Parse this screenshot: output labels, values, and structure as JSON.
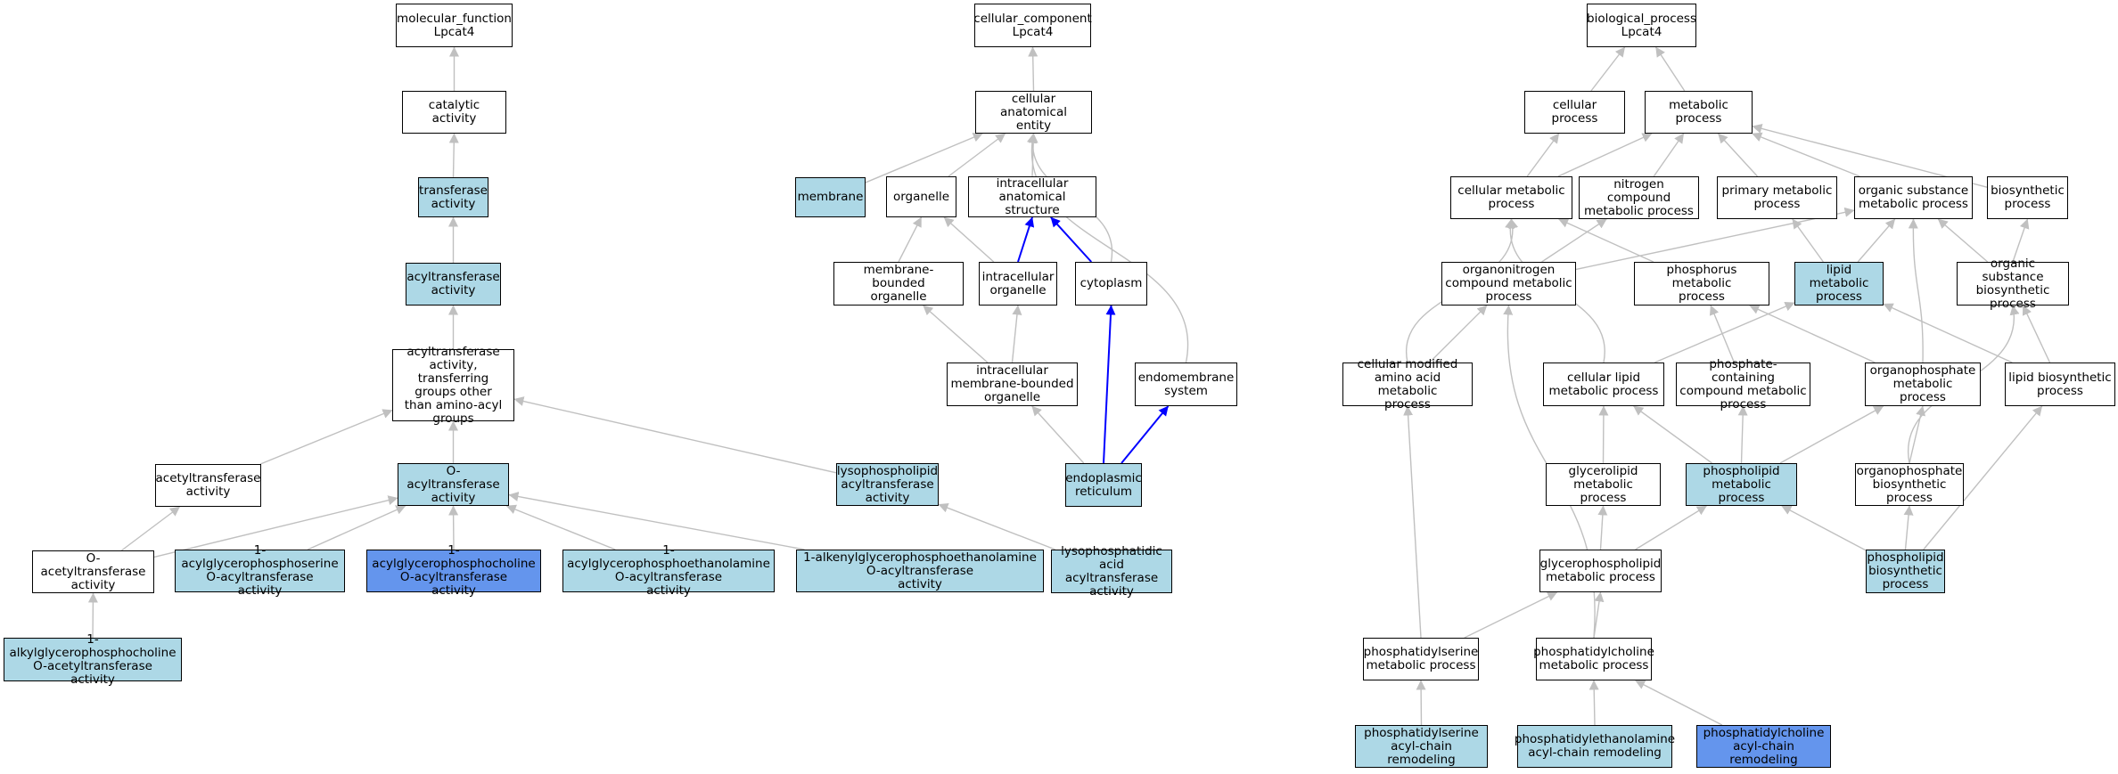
{
  "graph": {
    "colors": {
      "plain": "#ffffff",
      "annotated": "#add8e6",
      "query": "#6495ed",
      "edge": "#c0c0c0",
      "edge_highlight": "#0000ff"
    },
    "nodes": [
      {
        "id": "mf",
        "label": "molecular_function\nLpcat4",
        "fill": "plain"
      },
      {
        "id": "cat",
        "label": "catalytic activity",
        "fill": "plain"
      },
      {
        "id": "trans",
        "label": "transferase\nactivity",
        "fill": "annotated"
      },
      {
        "id": "acyl",
        "label": "acyltransferase\nactivity",
        "fill": "annotated"
      },
      {
        "id": "acylother",
        "label": "acyltransferase\nactivity, transferring\ngroups other\nthan amino-acyl\ngroups",
        "fill": "plain"
      },
      {
        "id": "acetyl",
        "label": "acetyltransferase\nactivity",
        "fill": "plain"
      },
      {
        "id": "oacyl",
        "label": "O-acyltransferase\nactivity",
        "fill": "annotated"
      },
      {
        "id": "lysopl",
        "label": "lysophospholipid\nacyltransferase\nactivity",
        "fill": "annotated"
      },
      {
        "id": "oacetyl",
        "label": "O-acetyltransferase\nactivity",
        "fill": "plain"
      },
      {
        "id": "gps",
        "label": "1-acylglycerophosphoserine\nO-acyltransferase\nactivity",
        "fill": "annotated"
      },
      {
        "id": "gpc",
        "label": "1-acylglycerophosphocholine\nO-acyltransferase\nactivity",
        "fill": "query"
      },
      {
        "id": "gpe",
        "label": "1-acylglycerophosphoethanolamine\nO-acyltransferase\nactivity",
        "fill": "annotated"
      },
      {
        "id": "agpe",
        "label": "1-alkenylglycerophosphoethanolamine\nO-acyltransferase\nactivity",
        "fill": "annotated"
      },
      {
        "id": "lpa",
        "label": "lysophosphatidic\nacid acyltransferase\nactivity",
        "fill": "annotated"
      },
      {
        "id": "alkyl",
        "label": "1-alkylglycerophosphocholine\nO-acetyltransferase\nactivity",
        "fill": "annotated"
      },
      {
        "id": "cc",
        "label": "cellular_component\nLpcat4",
        "fill": "plain"
      },
      {
        "id": "cae",
        "label": "cellular anatomical\nentity",
        "fill": "plain"
      },
      {
        "id": "mem",
        "label": "membrane",
        "fill": "annotated"
      },
      {
        "id": "org",
        "label": "organelle",
        "fill": "plain"
      },
      {
        "id": "ias",
        "label": "intracellular\nanatomical structure",
        "fill": "plain"
      },
      {
        "id": "mbo",
        "label": "membrane-bounded\norganelle",
        "fill": "plain"
      },
      {
        "id": "io",
        "label": "intracellular\norganelle",
        "fill": "plain"
      },
      {
        "id": "cyto",
        "label": "cytoplasm",
        "fill": "plain"
      },
      {
        "id": "imbo",
        "label": "intracellular\nmembrane-bounded\norganelle",
        "fill": "plain"
      },
      {
        "id": "endo",
        "label": "endomembrane\nsystem",
        "fill": "plain"
      },
      {
        "id": "er",
        "label": "endoplasmic\nreticulum",
        "fill": "annotated"
      },
      {
        "id": "bp",
        "label": "biological_process\nLpcat4",
        "fill": "plain"
      },
      {
        "id": "cp",
        "label": "cellular process",
        "fill": "plain"
      },
      {
        "id": "mp",
        "label": "metabolic process",
        "fill": "plain"
      },
      {
        "id": "cmp",
        "label": "cellular metabolic\nprocess",
        "fill": "plain"
      },
      {
        "id": "ncmp",
        "label": "nitrogen compound\nmetabolic process",
        "fill": "plain"
      },
      {
        "id": "pmp",
        "label": "primary metabolic\nprocess",
        "fill": "plain"
      },
      {
        "id": "osmp",
        "label": "organic substance\nmetabolic process",
        "fill": "plain"
      },
      {
        "id": "bio",
        "label": "biosynthetic\nprocess",
        "fill": "plain"
      },
      {
        "id": "onmp",
        "label": "organonitrogen\ncompound metabolic\nprocess",
        "fill": "plain"
      },
      {
        "id": "phmp",
        "label": "phosphorus metabolic\nprocess",
        "fill": "plain"
      },
      {
        "id": "lmp",
        "label": "lipid metabolic\nprocess",
        "fill": "annotated"
      },
      {
        "id": "osbp",
        "label": "organic substance\nbiosynthetic\nprocess",
        "fill": "plain"
      },
      {
        "id": "cmamp",
        "label": "cellular modified\namino acid metabolic\nprocess",
        "fill": "plain"
      },
      {
        "id": "clmp",
        "label": "cellular lipid\nmetabolic process",
        "fill": "plain"
      },
      {
        "id": "pccmp",
        "label": "phosphate-containing\ncompound metabolic\nprocess",
        "fill": "plain"
      },
      {
        "id": "opmp",
        "label": "organophosphate\nmetabolic process",
        "fill": "plain"
      },
      {
        "id": "lbp",
        "label": "lipid biosynthetic\nprocess",
        "fill": "plain"
      },
      {
        "id": "glmp",
        "label": "glycerolipid\nmetabolic process",
        "fill": "plain"
      },
      {
        "id": "plmp",
        "label": "phospholipid\nmetabolic process",
        "fill": "annotated"
      },
      {
        "id": "opbp",
        "label": "organophosphate\nbiosynthetic\nprocess",
        "fill": "plain"
      },
      {
        "id": "gplmp",
        "label": "glycerophospholipid\nmetabolic process",
        "fill": "plain"
      },
      {
        "id": "plbp",
        "label": "phospholipid\nbiosynthetic\nprocess",
        "fill": "annotated"
      },
      {
        "id": "psmp",
        "label": "phosphatidylserine\nmetabolic process",
        "fill": "plain"
      },
      {
        "id": "pcmp",
        "label": "phosphatidylcholine\nmetabolic process",
        "fill": "plain"
      },
      {
        "id": "psrem",
        "label": "phosphatidylserine\nacyl-chain remodeling",
        "fill": "annotated"
      },
      {
        "id": "perem",
        "label": "phosphatidylethanolamine\nacyl-chain remodeling",
        "fill": "annotated"
      },
      {
        "id": "pcrem",
        "label": "phosphatidylcholine\nacyl-chain remodeling",
        "fill": "query"
      }
    ],
    "edges": [
      {
        "from": "cat",
        "to": "mf"
      },
      {
        "from": "trans",
        "to": "cat"
      },
      {
        "from": "acyl",
        "to": "trans"
      },
      {
        "from": "acylother",
        "to": "acyl"
      },
      {
        "from": "acetyl",
        "to": "acylother"
      },
      {
        "from": "oacyl",
        "to": "acylother"
      },
      {
        "from": "lysopl",
        "to": "acylother"
      },
      {
        "from": "oacetyl",
        "to": "acetyl"
      },
      {
        "from": "oacetyl",
        "to": "oacyl"
      },
      {
        "from": "gps",
        "to": "oacyl"
      },
      {
        "from": "gpc",
        "to": "oacyl"
      },
      {
        "from": "gpe",
        "to": "oacyl"
      },
      {
        "from": "agpe",
        "to": "oacyl"
      },
      {
        "from": "lpa",
        "to": "lysopl"
      },
      {
        "from": "alkyl",
        "to": "oacetyl"
      },
      {
        "from": "cae",
        "to": "cc"
      },
      {
        "from": "mem",
        "to": "cae"
      },
      {
        "from": "org",
        "to": "cae"
      },
      {
        "from": "ias",
        "to": "cae"
      },
      {
        "from": "cyto",
        "to": "cae"
      },
      {
        "from": "endo",
        "to": "cae"
      },
      {
        "from": "mbo",
        "to": "org"
      },
      {
        "from": "io",
        "to": "org"
      },
      {
        "from": "io",
        "to": "ias",
        "highlight": true
      },
      {
        "from": "cyto",
        "to": "ias",
        "highlight": true
      },
      {
        "from": "imbo",
        "to": "mbo"
      },
      {
        "from": "imbo",
        "to": "io"
      },
      {
        "from": "er",
        "to": "imbo"
      },
      {
        "from": "er",
        "to": "cyto",
        "highlight": true
      },
      {
        "from": "er",
        "to": "endo",
        "highlight": true
      },
      {
        "from": "cp",
        "to": "bp"
      },
      {
        "from": "mp",
        "to": "bp"
      },
      {
        "from": "cmp",
        "to": "cp"
      },
      {
        "from": "cmp",
        "to": "mp"
      },
      {
        "from": "ncmp",
        "to": "mp"
      },
      {
        "from": "pmp",
        "to": "mp"
      },
      {
        "from": "osmp",
        "to": "mp"
      },
      {
        "from": "bio",
        "to": "mp"
      },
      {
        "from": "onmp",
        "to": "ncmp"
      },
      {
        "from": "onmp",
        "to": "osmp"
      },
      {
        "from": "phmp",
        "to": "cmp"
      },
      {
        "from": "lmp",
        "to": "pmp"
      },
      {
        "from": "lmp",
        "to": "osmp"
      },
      {
        "from": "osbp",
        "to": "osmp"
      },
      {
        "from": "osbp",
        "to": "bio"
      },
      {
        "from": "cmamp",
        "to": "cmp"
      },
      {
        "from": "cmamp",
        "to": "onmp"
      },
      {
        "from": "clmp",
        "to": "cmp"
      },
      {
        "from": "clmp",
        "to": "lmp"
      },
      {
        "from": "pccmp",
        "to": "phmp"
      },
      {
        "from": "opmp",
        "to": "phmp"
      },
      {
        "from": "opmp",
        "to": "osmp"
      },
      {
        "from": "lbp",
        "to": "lmp"
      },
      {
        "from": "lbp",
        "to": "osbp"
      },
      {
        "from": "glmp",
        "to": "clmp"
      },
      {
        "from": "plmp",
        "to": "clmp"
      },
      {
        "from": "plmp",
        "to": "pccmp"
      },
      {
        "from": "plmp",
        "to": "opmp"
      },
      {
        "from": "opbp",
        "to": "opmp"
      },
      {
        "from": "opbp",
        "to": "osbp"
      },
      {
        "from": "gplmp",
        "to": "glmp"
      },
      {
        "from": "gplmp",
        "to": "plmp"
      },
      {
        "from": "plbp",
        "to": "plmp"
      },
      {
        "from": "plbp",
        "to": "opbp"
      },
      {
        "from": "plbp",
        "to": "lbp"
      },
      {
        "from": "psmp",
        "to": "cmamp"
      },
      {
        "from": "psmp",
        "to": "gplmp"
      },
      {
        "from": "pcmp",
        "to": "gplmp"
      },
      {
        "from": "pcmp",
        "to": "onmp"
      },
      {
        "from": "psrem",
        "to": "psmp"
      },
      {
        "from": "perem",
        "to": "pcmp"
      },
      {
        "from": "pcrem",
        "to": "pcmp"
      }
    ]
  }
}
